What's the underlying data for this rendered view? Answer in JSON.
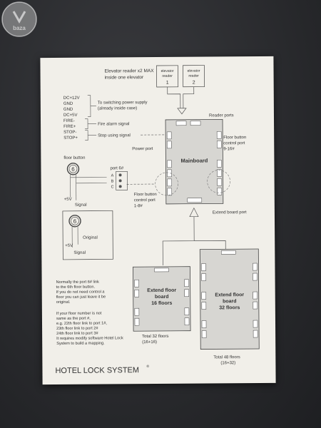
{
  "elevator": {
    "header_line1": "Elevator reader x2 MAX",
    "header_line2": "inside one elevator",
    "reader1_l1": "elevator",
    "reader1_l2": "reader",
    "reader1_num": "1",
    "reader2_l1": "elevator",
    "reader2_l2": "reader",
    "reader2_num": "2"
  },
  "power": {
    "pins": [
      "DC+12V",
      "GND",
      "GND",
      "DC+5V",
      "FIRE-",
      "FIRE+",
      "STOP-",
      "STOP+"
    ],
    "supply_l1": "To switching power supply",
    "supply_l2": "(already inside case)",
    "fire": "Fire alarm signal",
    "stop": "Stop using signal"
  },
  "labels": {
    "reader_ports": "Reader ports",
    "power_port": "Power port",
    "floor_ctrl_l1": "Floor button",
    "floor_ctrl_l2": "control port",
    "floor_ctrl_l3": "9-16#",
    "mainboard": "Mainboard",
    "floor_ctrl_b1": "Floor button",
    "floor_ctrl_b2": "control port",
    "floor_ctrl_b3": "1-8#",
    "extend_port": "Extend board port"
  },
  "floor_button": {
    "title": "floor button",
    "number": "6",
    "port": "port 6#",
    "pin_a": "A",
    "pin_b": "B",
    "pin_c": "C",
    "plus5v": "+5V",
    "signal": "Signal",
    "orig_number": "6",
    "original": "Original",
    "orig_plus5v": "+5V",
    "orig_signal": "Signal"
  },
  "notes": {
    "n1": "Normally the port 6# link",
    "n2": "to the 6th floor button.",
    "n3": "If you do not need control a",
    "n4": "floor you can just leave it be",
    "n5": "original.",
    "m1": "If your floor number is not",
    "m2": "same as the port #,",
    "m3": "e.g. 22th floor link to port 1#,",
    "m4": "23th floor link to port 2#",
    "m5": "24th floor link to port 3#",
    "m6": "It requires modify software Hotel Lock",
    "m7": "System to build a mapping."
  },
  "extend16": {
    "l1": "Extend floor",
    "l2": "board",
    "l3": "16 floors",
    "total_l1": "Total 32 floors",
    "total_l2": "(16+16)"
  },
  "extend32": {
    "l1": "Extend floor",
    "l2": "board",
    "l3": "32 floors",
    "total_l1": "Total 48 floors",
    "total_l2": "(16+32)"
  },
  "footer": {
    "title": "HOTEL LOCK SYSTEM",
    "tm": "®"
  },
  "watermark": {
    "text": "baza"
  }
}
